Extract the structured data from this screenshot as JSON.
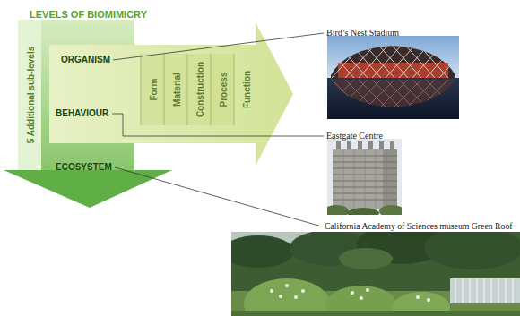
{
  "diagram": {
    "title": "LEVELS OF BIOMIMICRY",
    "nodes": [
      {
        "text": [
          "5 Additional sub-levels"
        ]
      },
      {
        "text": [
          "ORGANISM"
        ],
        "in": 0
      },
      {
        "text": [
          "BEHAVIOUR"
        ],
        "in": 0
      },
      {
        "text": [
          "ECOSYSTEM"
        ],
        "in": 0
      },
      {
        "text": [
          "Form",
          "Material",
          "Construction",
          "Process",
          "Function"
        ]
      },
      {
        "text": [
          "Bird’s Nest Stadium"
        ]
      },
      {
        "text": [
          "Eastgate Centre"
        ]
      },
      {
        "text": [
          "California Academy of Sciences museum Green Roof"
        ]
      }
    ],
    "edges": [
      {
        "from": 1,
        "to": 5,
        "arrow": "none"
      },
      {
        "from": 2,
        "to": 6,
        "arrow": "none"
      },
      {
        "from": 3,
        "to": 7,
        "arrow": "none"
      }
    ]
  }
}
